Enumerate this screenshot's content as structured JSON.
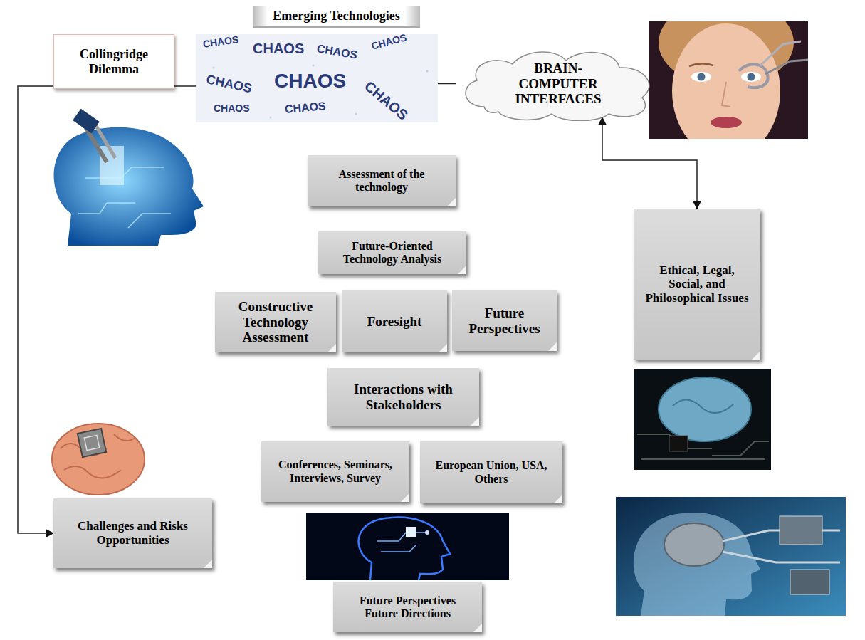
{
  "diagram": {
    "nodes": [
      {
        "text": [
          "Collingridge Dilemma"
        ]
      },
      {
        "text": [
          "Emerging Technologies"
        ]
      },
      {
        "text": [
          "BRAIN-COMPUTER INTERFACES"
        ]
      },
      {
        "text": [
          "Assessment of the technology"
        ]
      },
      {
        "text": [
          "Future-Oriented Technology Analysis"
        ]
      },
      {
        "text": [
          "Constructive Technology Assessment"
        ]
      },
      {
        "text": [
          "Foresight"
        ]
      },
      {
        "text": [
          "Future Perspectives"
        ]
      },
      {
        "text": [
          "Ethical, Legal, Social, and Philosophical Issues"
        ]
      },
      {
        "text": [
          "Interactions with Stakeholders"
        ]
      },
      {
        "text": [
          "Conferences, Seminars, Interviews, Survey"
        ]
      },
      {
        "text": [
          "European Union, USA, Others"
        ]
      },
      {
        "text": [
          "Challenges and Risks Opportunities"
        ]
      },
      {
        "text": [
          "Future Perspectives Future Directions"
        ]
      }
    ],
    "edges": [
      {
        "from": 1,
        "to": 0,
        "arrow": "none"
      },
      {
        "from": 1,
        "to": 2,
        "arrow": "none"
      },
      {
        "from": 0,
        "to": 12,
        "arrow": "to"
      },
      {
        "from": 2,
        "to": 8,
        "arrow": "both"
      }
    ],
    "labels": [
      "CHAOS",
      "CHAOS",
      "CHAOS",
      "CHAOS",
      "CHAOS",
      "CHAOS",
      "CHAOS",
      "CHAOS",
      "CHAOS"
    ]
  }
}
